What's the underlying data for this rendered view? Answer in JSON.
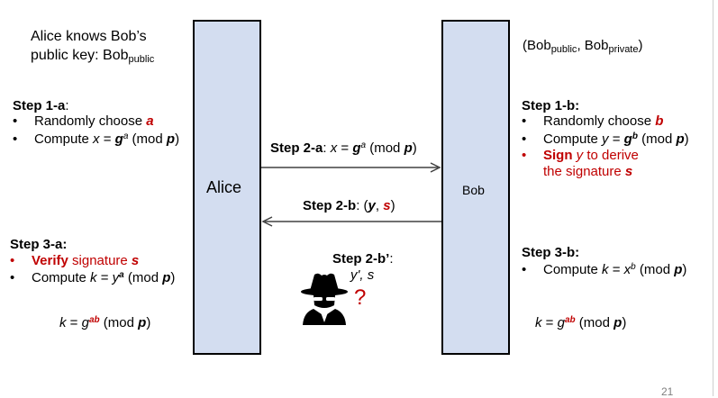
{
  "intro": {
    "line1": "Alice knows Bob’s",
    "line2_prefix": "public key: Bob",
    "line2_sub": "public"
  },
  "bob_keys": {
    "open": "(Bob",
    "pub_sub": "public",
    "comma": ", Bob",
    "priv_sub": "private",
    "close": ")"
  },
  "alice": {
    "label": "Alice",
    "step1": {
      "title": "Step 1-a",
      "colon": ":",
      "b1_text": "Randomly choose ",
      "b1_var": "a",
      "b2_text": "Compute ",
      "b2_x": "x",
      "b2_eq": " = ",
      "b2_g": "g",
      "b2_exp": "a",
      "b2_mod": " (mod ",
      "b2_p": "p",
      "b2_close": ")"
    },
    "step3": {
      "title": "Step 3-a:",
      "b1_red": "Verify",
      "b1_text": " signature ",
      "b1_var": "s",
      "b2_text": "Compute  ",
      "b2_k": "k",
      "b2_eq": " = ",
      "b2_y": "y",
      "b2_exp": "a",
      "b2_mod": " (mod ",
      "b2_p": "p",
      "b2_close": ")"
    },
    "result": {
      "k": "k",
      "eq": " = ",
      "g": "g",
      "exp": "ab",
      "mod": " (mod ",
      "p": "p",
      "close": ")"
    }
  },
  "bob": {
    "label": "Bob",
    "step1": {
      "title": "Step 1-b:",
      "b1_text": "Randomly choose ",
      "b1_var": "b",
      "b2_text": "Compute ",
      "b2_y": "y",
      "b2_eq": " = ",
      "b2_g": "g",
      "b2_exp": "b",
      "b2_mod": " (mod ",
      "b2_p": "p",
      "b2_close": ")",
      "b3_sign": "Sign",
      "b3_y": "y",
      "b3_text": " to derive",
      "b3_line2": "the signature ",
      "b3_var": "s"
    },
    "step3": {
      "title": "Step 3-b:",
      "b1_text": "Compute ",
      "b1_k": "k",
      "b1_eq": " = ",
      "b1_x": "x",
      "b1_exp": "b",
      "b1_mod": " (mod ",
      "b1_p": "p",
      "b1_close": ")"
    },
    "result": {
      "k": "k",
      "eq": " = ",
      "g": "g",
      "exp": "ab",
      "mod": " (mod ",
      "p": "p",
      "close": ")"
    }
  },
  "msg_2a": {
    "title": "Step 2-a",
    "colon": ": ",
    "x": "x",
    "eq": " = ",
    "g": "g",
    "exp": "a",
    "mod": " (mod ",
    "p": "p",
    "close": ")"
  },
  "msg_2b": {
    "title": "Step 2-b",
    "colon": ": (",
    "y": "y",
    "comma": ", ",
    "s": "s",
    "close": ")"
  },
  "msg_2b_prime": {
    "title": "Step 2-b’",
    "colon": ":",
    "line2": "y', s",
    "question": "?"
  },
  "bullet": "•",
  "page_number": "21",
  "colors": {
    "pillar": "#d3ddf0",
    "accent_red": "#c00000",
    "line": "#404040"
  }
}
